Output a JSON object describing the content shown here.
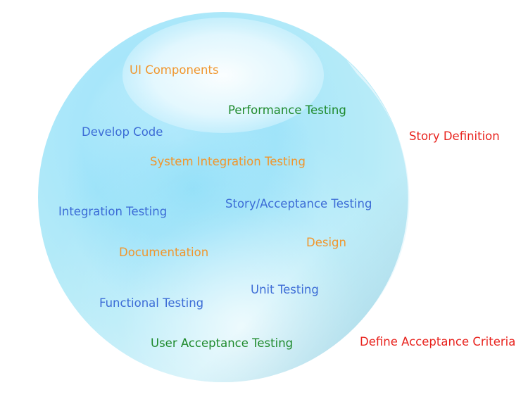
{
  "colors": {
    "orange": "#f0962d",
    "green": "#1e8a2c",
    "blue": "#3c6cd6",
    "red": "#e8231e",
    "sphere_light": "#e8f9ff",
    "sphere_mid": "#9fe3f7",
    "sphere_dark": "#7fc9e0"
  },
  "inside_labels": {
    "ui_components": "UI Components",
    "performance_testing": "Performance Testing",
    "develop_code": "Develop Code",
    "system_integration_testing": "System Integration Testing",
    "integration_testing": "Integration Testing",
    "story_acceptance_testing": "Story/Acceptance Testing",
    "documentation": "Documentation",
    "design": "Design",
    "unit_testing": "Unit Testing",
    "functional_testing": "Functional Testing",
    "user_acceptance_testing": "User Acceptance Testing"
  },
  "outside_labels": {
    "story_definition": "Story Definition",
    "define_acceptance_criteria": "Define Acceptance Criteria"
  }
}
